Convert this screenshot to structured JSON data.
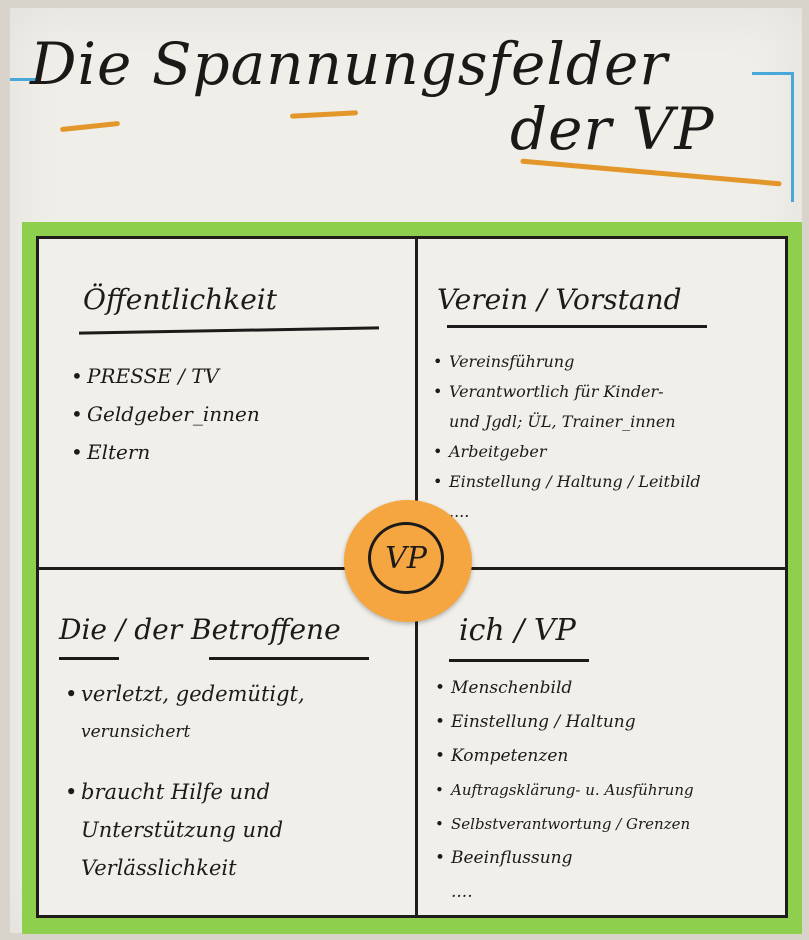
{
  "title": {
    "line1": "Die Spannungsfelder",
    "line2": "der VP"
  },
  "badge": {
    "label": "VP"
  },
  "quadrants": {
    "top_left": {
      "heading": "Öffentlichkeit",
      "items": [
        "PRESSE / TV",
        "Geldgeber_innen",
        "Eltern"
      ]
    },
    "top_right": {
      "heading": "Verein / Vorstand",
      "items": [
        "Vereinsführung",
        "Verantwortlich für Kinder-",
        "und Jgdl; ÜL, Trainer_innen",
        "Arbeitgeber",
        "Einstellung / Haltung / Leitbild",
        "...."
      ]
    },
    "bottom_left": {
      "heading": "Die / der Betroffene",
      "items": [
        "verletzt, gedemütigt,",
        "verunsichert",
        "braucht Hilfe und",
        "Unterstützung und",
        "Verlässlichkeit"
      ]
    },
    "bottom_right": {
      "heading": "ich / VP",
      "items": [
        "Menschenbild",
        "Einstellung / Haltung",
        "Kompetenzen",
        "Auftragsklärung- u. Ausführung",
        "Selbstverantwortung / Grenzen",
        "Beeinflussung",
        "...."
      ]
    }
  },
  "colors": {
    "frame_green": "#8fcf4e",
    "badge_orange": "#f5a640",
    "accent_orange": "#e3962a",
    "accent_blue": "#4aa8d8"
  }
}
